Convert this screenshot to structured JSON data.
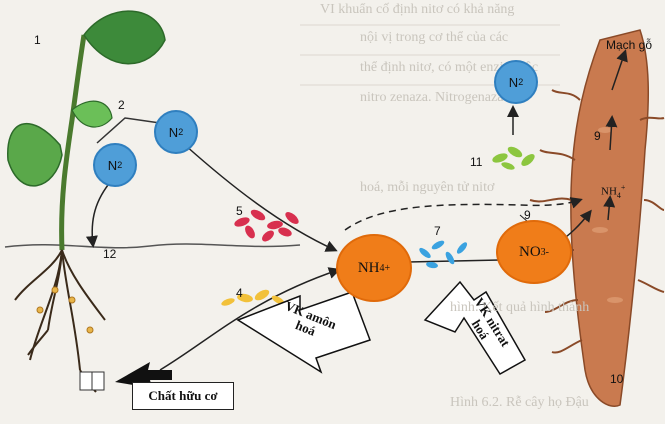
{
  "faint_text": {
    "l1": "VI khuẩn cố định nitơ có khả năng",
    "l2": "nội vị trong cơ thể của các",
    "l3": "thể định nitơ, có một enzim độc",
    "l4": "nitro zenaza. Nitrogenaza có",
    "l5": "hoá, mỗi nguyên tử nitơ",
    "l6": "hình: Kết quả hình thành",
    "l7": "Hình 6.2. Rễ cây họ Đậu"
  },
  "labels": {
    "n1": "1",
    "n2": "2",
    "n4": "4",
    "n5": "5",
    "n7": "7",
    "n9": "9",
    "n10": "10",
    "n11": "11",
    "n12": "12",
    "mach_go": "Mạch gỗ"
  },
  "molecules": {
    "n2_main": "N",
    "n2_sub": "2"
  },
  "ions": {
    "nh4_base": "NH",
    "nh4_sub": "4",
    "nh4_sup": "+",
    "no3_base": "NO",
    "no3_sub": "3",
    "no3_sup": "-",
    "root_nh4_base": "NH",
    "root_nh4_sub": "4",
    "root_nh4_sup": "+"
  },
  "callouts": {
    "vk_amon_l1": "VK amôn",
    "vk_amon_l2": "hoá",
    "vk_nitrat_l1": "VK nitrat",
    "vk_nitrat_l2": "hoá"
  },
  "source_box": "Chất hữu cơ",
  "colors": {
    "n2_fill": "#4f9ed8",
    "ion_fill": "#f07d19",
    "bacteria_red": "#d8304f",
    "bacteria_blue": "#3aa2e0",
    "bacteria_green": "#8cc63f",
    "bacteria_yellow": "#f2c13a",
    "root_brown": "#c97a4f"
  }
}
